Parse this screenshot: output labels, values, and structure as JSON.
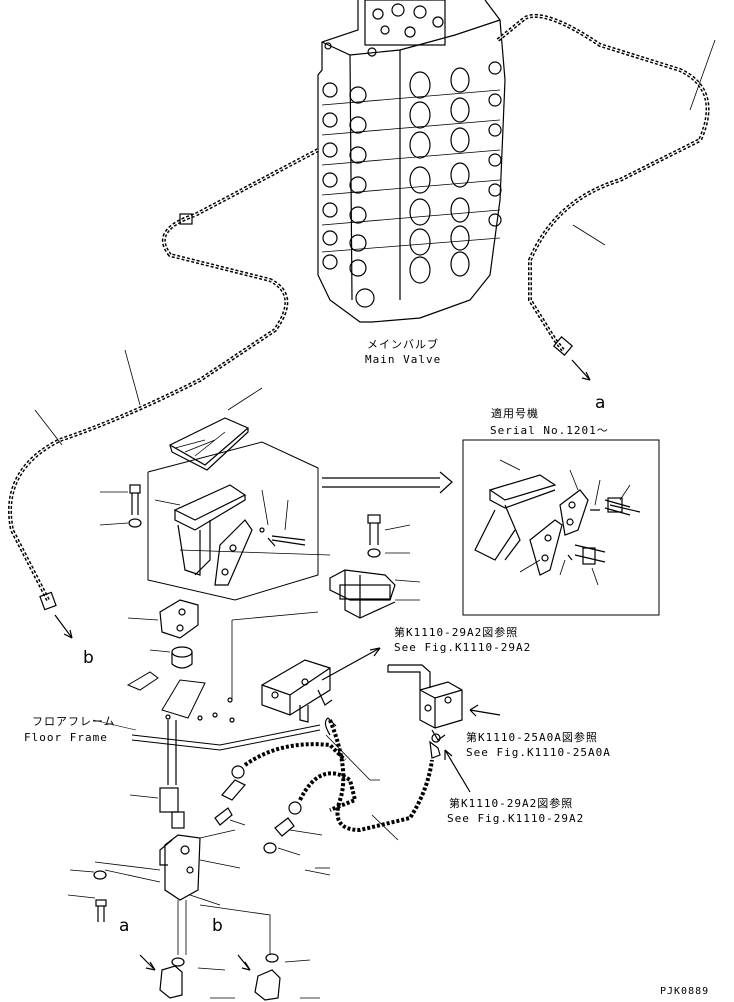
{
  "labels": {
    "main_valve_jp": "メインバルブ",
    "main_valve_en": "Main Valve",
    "serial_jp": "適用号機",
    "serial_en": "Serial No.1201〜",
    "ref1_jp": "第K1110-29A2図参照",
    "ref1_en": "See Fig.K1110-29A2",
    "ref2_jp": "第K1110-25A0A図参照",
    "ref2_en": "See Fig.K1110-25A0A",
    "ref3_jp": "第K1110-29A2図参照",
    "ref3_en": "See Fig.K1110-29A2",
    "floor_frame_jp": "フロアフレーム",
    "floor_frame_en": "Floor Frame",
    "conn_a_top": "a",
    "conn_b_left": "b",
    "conn_a_bottom": "a",
    "conn_b_bottom": "b",
    "drawing_code": "PJK0889"
  },
  "colors": {
    "ink": "#000000",
    "paper": "#ffffff"
  }
}
